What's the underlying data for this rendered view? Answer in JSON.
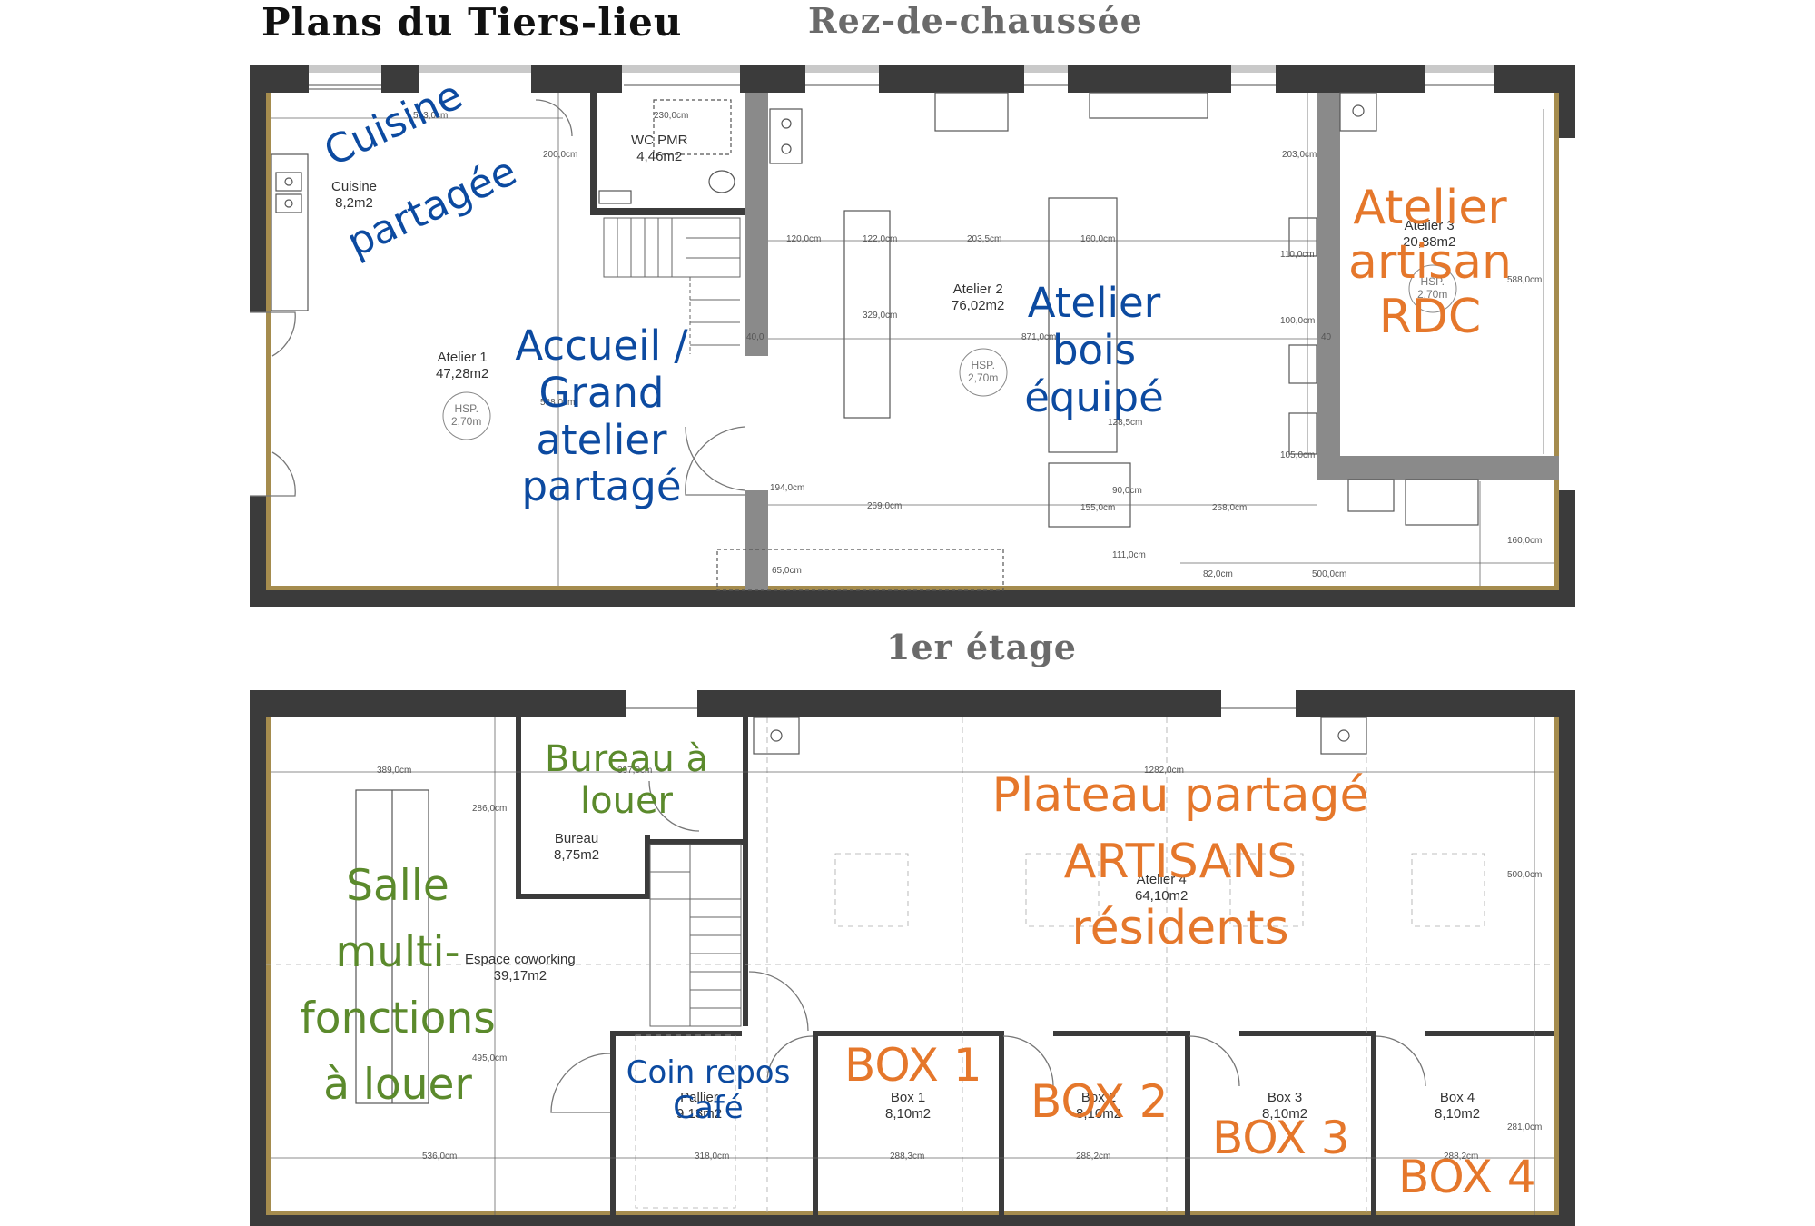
{
  "header": {
    "title": "Plans du Tiers-lieu",
    "ground_floor": "Rez-de-chaussée",
    "first_floor": "1er étage"
  },
  "ground": {
    "labels": {
      "cuisine_1": "Cuisine",
      "cuisine_2": "partagée",
      "accueil_1": "Accueil /",
      "accueil_2": "Grand",
      "accueil_3": "atelier",
      "accueil_4": "partagé",
      "bois_1": "Atelier",
      "bois_2": "bois",
      "bois_3": "équipé",
      "artisan_1": "Atelier",
      "artisan_2": "artisan",
      "artisan_3": "RDC"
    },
    "rooms": {
      "cuisine_name": "Cuisine",
      "cuisine_area": "8,2m2",
      "wc_name": "WC PMR",
      "wc_area": "4,46m2",
      "atelier1_name": "Atelier 1",
      "atelier1_area": "47,28m2",
      "atelier2_name": "Atelier 2",
      "atelier2_area": "76,02m2",
      "atelier3_name": "Atelier 3",
      "atelier3_area": "20,88m2",
      "hsp_1": "HSP.",
      "hsp_2": "2,70m"
    },
    "dims": [
      "513,0cm",
      "230,0cm",
      "200,0cm",
      "203,0cm",
      "120,0cm",
      "122,0cm",
      "203,5cm",
      "160,0cm",
      "588,0cm",
      "329,0cm",
      "871,0cm",
      "110,0cm",
      "100,0cm",
      "40,0",
      "40",
      "128,5cm",
      "90,0cm",
      "105,0cm",
      "194,0cm",
      "269,0cm",
      "155,0cm",
      "268,0cm",
      "160,0cm",
      "65,0cm",
      "111,0cm",
      "82,0cm",
      "500,0cm",
      "588,0cm"
    ]
  },
  "first": {
    "labels": {
      "bureau_1": "Bureau à",
      "bureau_2": "louer",
      "salle_1": "Salle",
      "salle_2": "multi-",
      "salle_3": "fonctions",
      "salle_4": "à louer",
      "plateau_1": "Plateau partagé",
      "plateau_2": "ARTISANS",
      "plateau_3": "résidents",
      "coin_1": "Coin repos",
      "coin_2": "Café",
      "box1": "BOX 1",
      "box2": "BOX 2",
      "box3": "BOX 3",
      "box4": "BOX 4"
    },
    "rooms": {
      "bureau_name": "Bureau",
      "bureau_area": "8,75m2",
      "cowork_name": "Espace coworking",
      "cowork_area": "39,17m2",
      "atelier4_name": "Atelier 4",
      "atelier4_area": "64,10m2",
      "pallier_name": "Pallier",
      "pallier_area": "9,13m2",
      "box1_name": "Box 1",
      "box1_area": "8,10m2",
      "box2_name": "Box 2",
      "box2_area": "8,10m2",
      "box3_name": "Box 3",
      "box3_area": "8,10m2",
      "box4_name": "Box 4",
      "box4_area": "8,10m2"
    },
    "dims": [
      "389,0cm",
      "397,0cm",
      "1282,0cm",
      "286,0cm",
      "500,0cm",
      "495,0cm",
      "536,0cm",
      "318,0cm",
      "288,3cm",
      "288,2cm",
      "288,2cm",
      "281,0cm"
    ]
  }
}
